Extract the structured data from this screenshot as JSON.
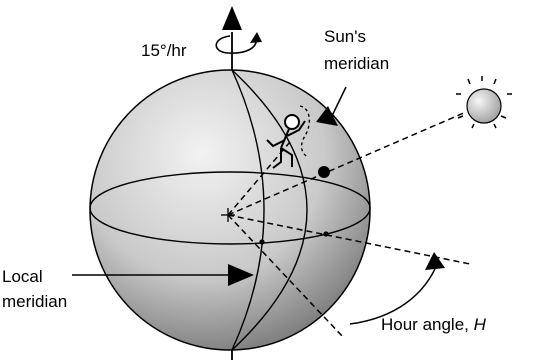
{
  "labels": {
    "rotation_rate": "15°/hr",
    "sun_meridian_line1": "Sun's",
    "sun_meridian_line2": "meridian",
    "local_meridian_line1": "Local",
    "local_meridian_line2": "meridian",
    "hour_angle_text": "Hour angle, ",
    "hour_angle_symbol": "H"
  },
  "colors": {
    "sphere_light": "#f2f2f2",
    "sphere_mid": "#c9c9c9",
    "sphere_dark": "#6a6a6a",
    "sun_light": "#f6f6f6",
    "sun_dark": "#9a9a9a",
    "ink": "#000000"
  },
  "icons": {
    "observer": "human-figure-icon",
    "sun": "sun-icon",
    "rotation": "rotation-arrow-icon"
  }
}
